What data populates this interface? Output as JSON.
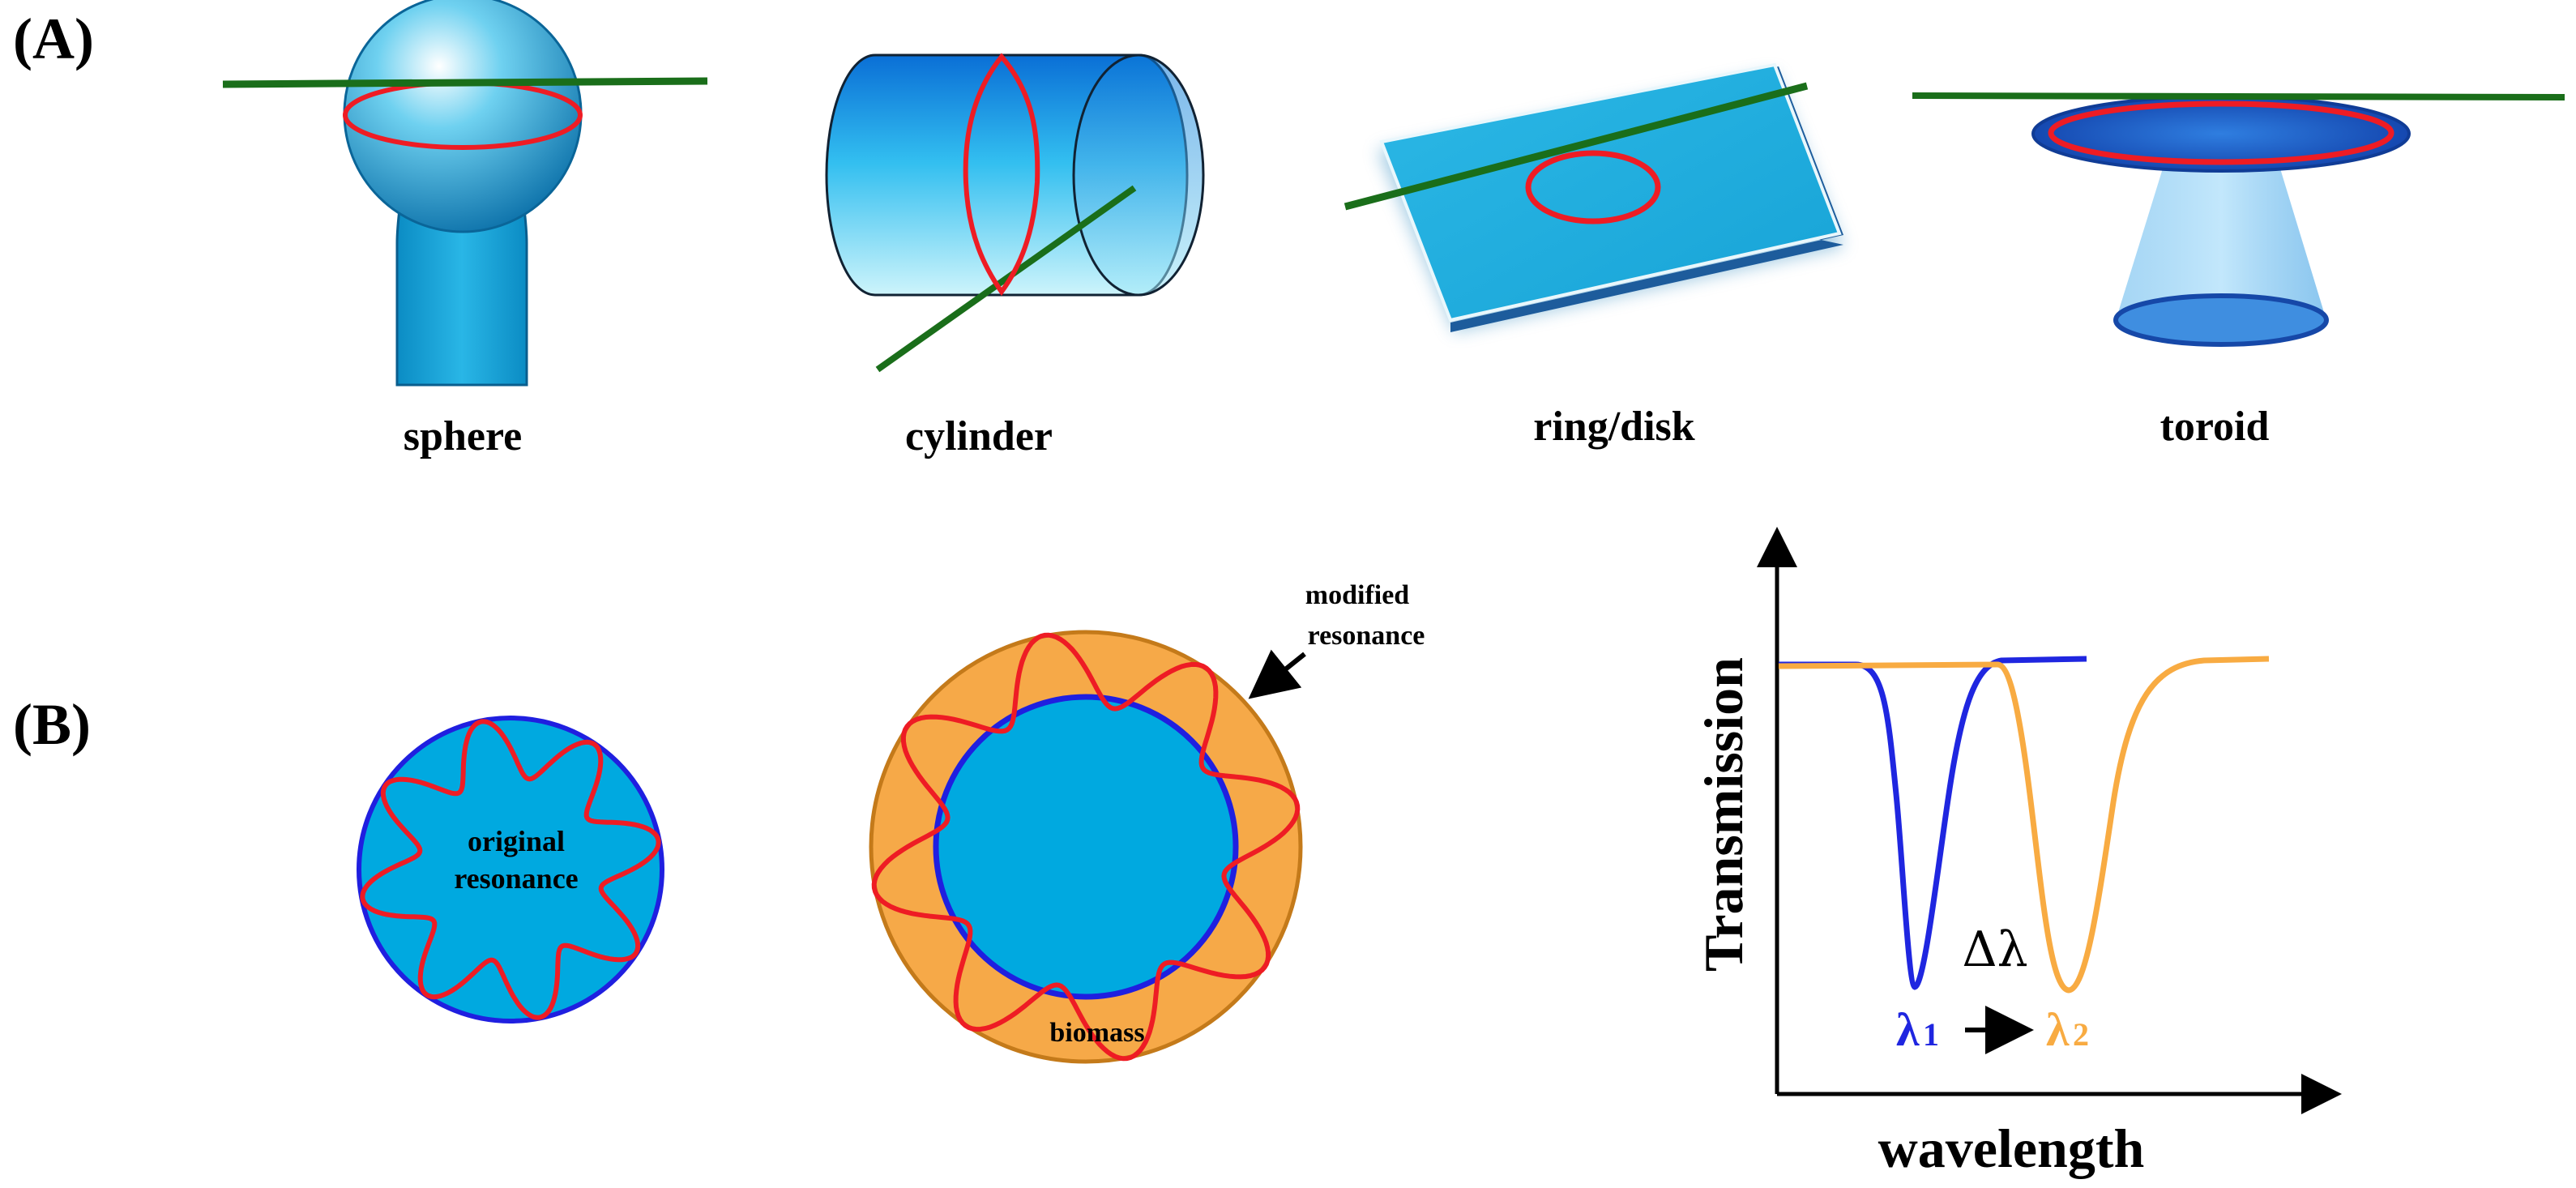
{
  "panel_labels": {
    "a": "(A)",
    "b": "(B)"
  },
  "geometries": [
    {
      "id": "sphere",
      "label": "sphere"
    },
    {
      "id": "cylinder",
      "label": "cylinder"
    },
    {
      "id": "ring",
      "label": "ring/disk"
    },
    {
      "id": "toroid",
      "label": "toroid"
    }
  ],
  "resonance": {
    "original_label_line1": "original",
    "original_label_line2": "resonance",
    "modified_label_line1": "modified",
    "modified_label_line2": "resonance",
    "biomass_label": "biomass"
  },
  "spectrum": {
    "y_label": "Transmission",
    "x_label": "wavelength",
    "delta_label": "Δλ",
    "lambda1_symbol": "λ",
    "lambda1_sub": "1",
    "lambda2_symbol": "λ",
    "lambda2_sub": "2",
    "arrow_glyph": "→"
  },
  "colors": {
    "waveguide_green": "#1a6e1a",
    "resonance_red": "#ee1c24",
    "device_blue": "#1ab0dd",
    "outline_blue": "#1f1fe0",
    "biomass_orange": "#f6a948",
    "biomass_edge": "#c47a1a",
    "curve_blue": "#1f26e0",
    "curve_orange": "#f8ab42"
  }
}
